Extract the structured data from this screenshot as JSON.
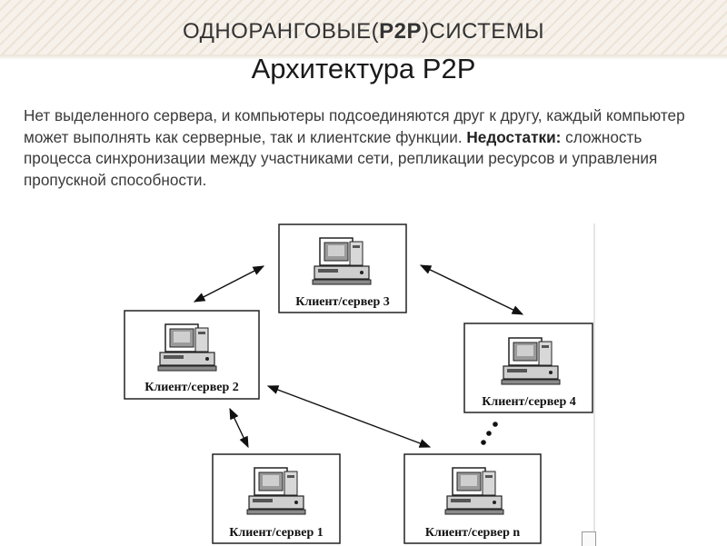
{
  "slide": {
    "title_pre": "ОДНОРАНГОВЫЕ(",
    "title_bold": "P2P",
    "title_post": ")СИСТЕМЫ",
    "subtitle": "Архитектура P2P",
    "paragraph_part1": "Нет выделенного сервера, и компьютеры подсоединяются друг к другу, каждый компьютер может выполнять как серверные, так и клиентские функции.",
    "paragraph_bold": "Недостатки:",
    "paragraph_part2": "сложность процесса синхронизации между участниками сети, репликации ресурсов и управления пропускной способности."
  },
  "diagram": {
    "nodes": {
      "cs3": "Клиент/сервер 3",
      "cs2": "Клиент/сервер 2",
      "cs4": "Клиент/сервер 4",
      "cs1": "Клиент/сервер 1",
      "csn": "Клиент/сервер n"
    },
    "icon": "computer-icon",
    "arrow": "bidirectional-arrow"
  }
}
